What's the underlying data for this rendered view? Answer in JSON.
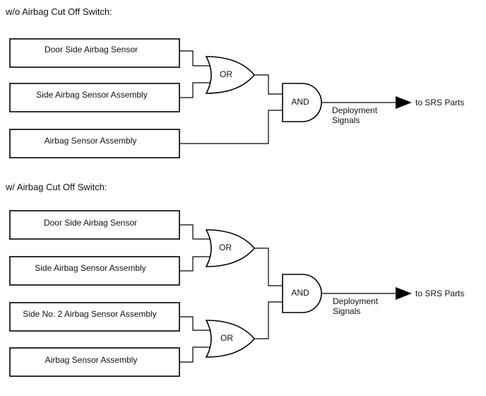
{
  "sections": [
    {
      "heading": "w/o Airbag Cut Off Switch:",
      "sensors": [
        "Door Side Airbag Sensor",
        "Side Airbag Sensor Assembly",
        "Airbag Sensor Assembly"
      ],
      "or_label": "OR",
      "and_label": "AND",
      "signal_line1": "Deployment",
      "signal_line2": "Signals",
      "output": "to SRS Parts"
    },
    {
      "heading": "w/ Airbag Cut Off Switch:",
      "sensors": [
        "Door Side Airbag Sensor",
        "Side Airbag Sensor Assembly",
        "Side No. 2 Airbag Sensor Assembly",
        "Airbag Sensor Assembly"
      ],
      "or_label": "OR",
      "or_label_2": "OR",
      "and_label": "AND",
      "signal_line1": "Deployment",
      "signal_line2": "Signals",
      "output": "to SRS Parts"
    }
  ]
}
